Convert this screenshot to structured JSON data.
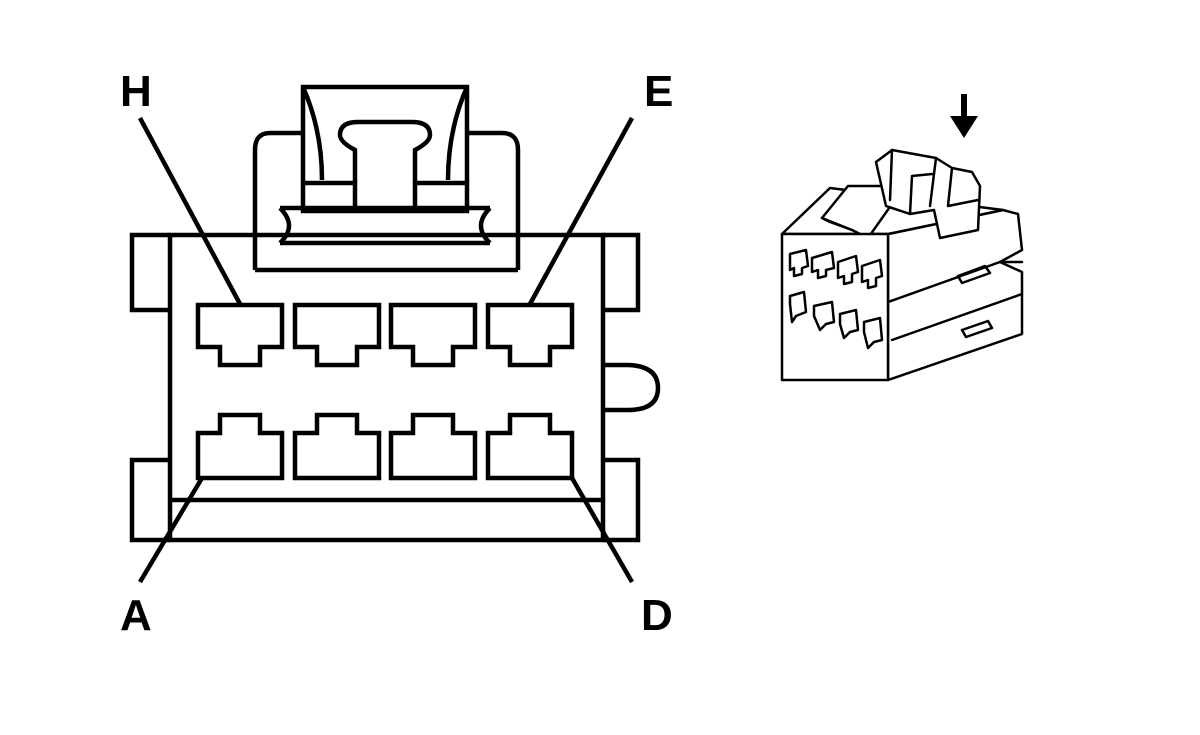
{
  "diagram": {
    "pin_labels": {
      "top_left": "H",
      "top_right": "E",
      "bottom_left": "A",
      "bottom_right": "D"
    },
    "icons": {
      "insertion_arrow": "down-arrow-icon"
    },
    "colors": {
      "line": "#000000",
      "background": "#ffffff"
    }
  }
}
